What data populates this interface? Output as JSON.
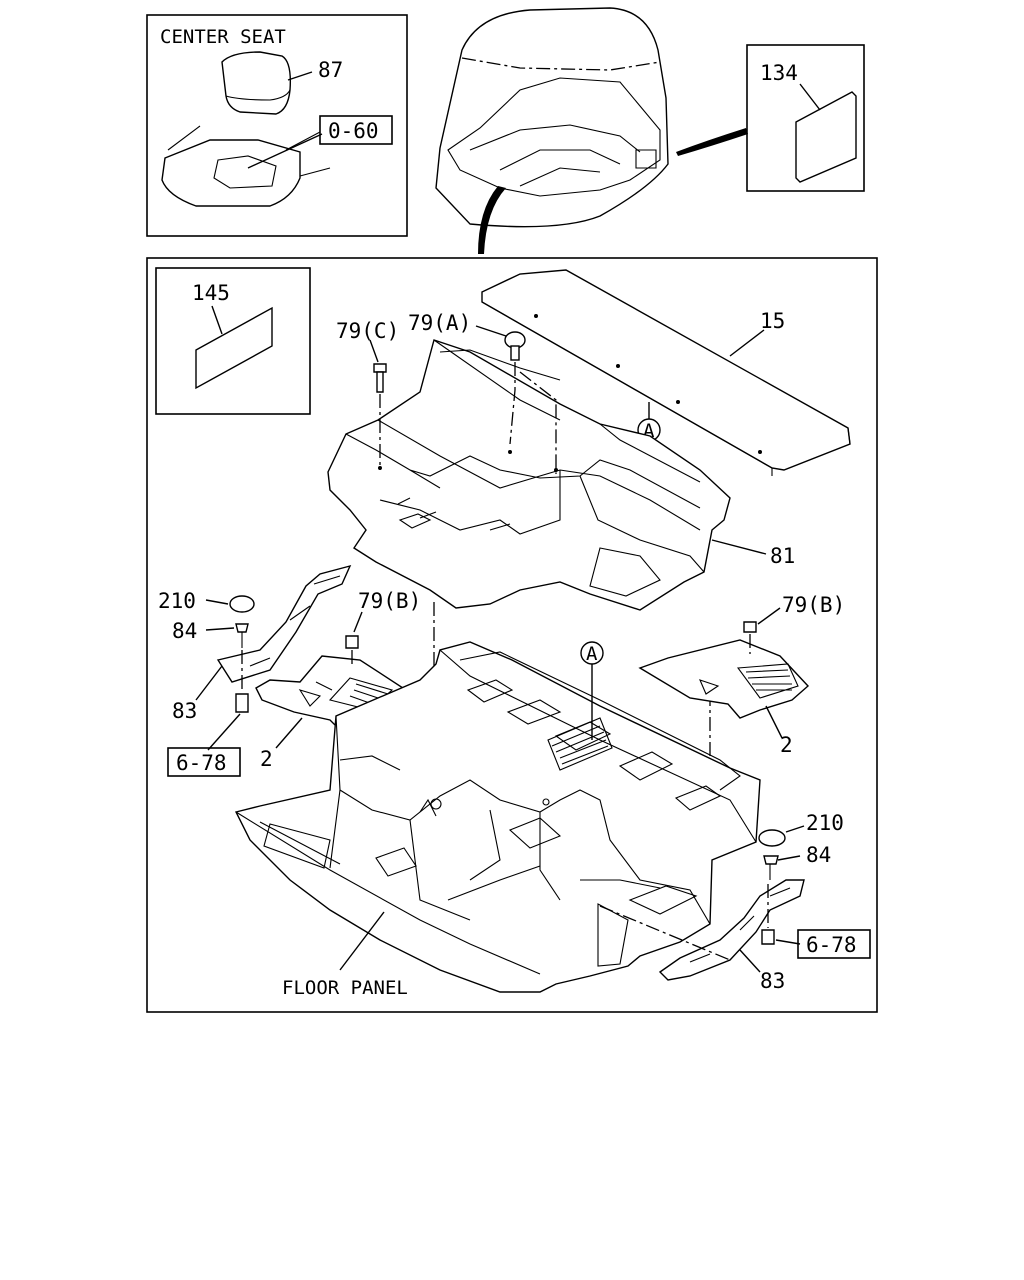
{
  "insets": {
    "center_seat": {
      "title": "CENTER SEAT",
      "part": "87",
      "ref": "0-60"
    },
    "cab": {
      "part": "134"
    },
    "pad": {
      "part": "145"
    }
  },
  "callouts": {
    "p15": "15",
    "p79a": "79(A)",
    "p79c": "79(C)",
    "p81": "81",
    "p79b_left": "79(B)",
    "p79b_right": "79(B)",
    "p210_left": "210",
    "p84_left": "84",
    "p83_left": "83",
    "p2_left": "2",
    "p2_right": "2",
    "p210_right": "210",
    "p84_right": "84",
    "p83_right": "83",
    "ref_left": "6-78",
    "ref_right": "6-78",
    "marker_a_top": "A",
    "marker_a_floor": "A",
    "floor_panel": "FLOOR PANEL"
  }
}
